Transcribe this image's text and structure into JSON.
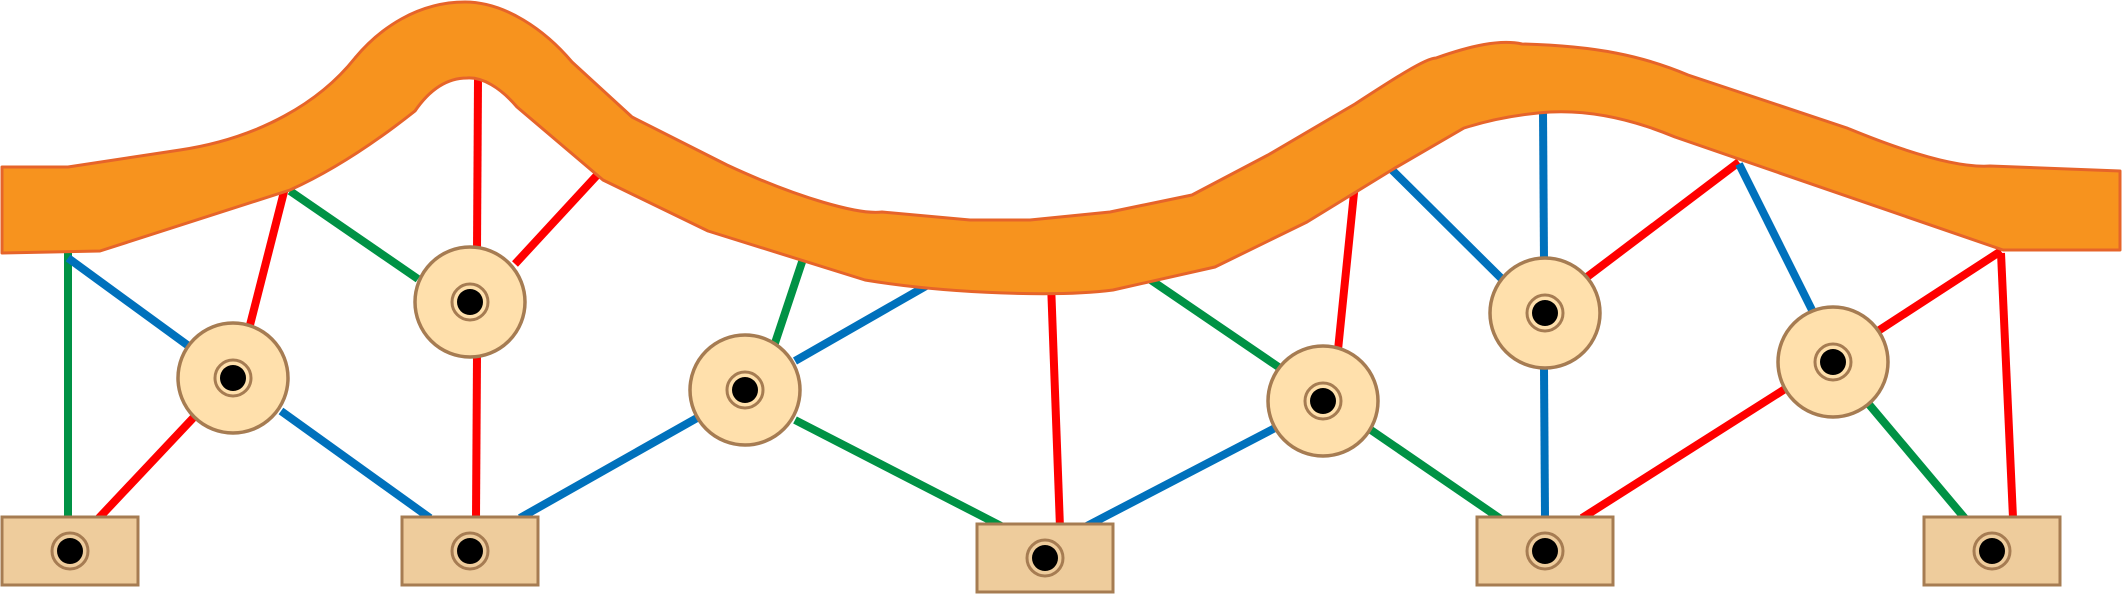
{
  "colors": {
    "background": "#ffffff",
    "road": "#f7931e",
    "road_outline": "#e6642a",
    "strut_red": "#ff0000",
    "strut_green": "#009245",
    "strut_blue": "#0071bc",
    "joint_fill": "#ffe0ac",
    "joint_outline": "#a67c52",
    "anchor_fill": "#eecc9c",
    "anchor_outline": "#a67c52",
    "pin": "#000000"
  },
  "diagram": {
    "road": {
      "icon": "road-deck-icon"
    },
    "anchors": [
      {
        "id": "a1",
        "icon": "anchor-block-icon"
      },
      {
        "id": "a2",
        "icon": "anchor-block-icon"
      },
      {
        "id": "a3",
        "icon": "anchor-block-icon"
      },
      {
        "id": "a4",
        "icon": "anchor-block-icon"
      },
      {
        "id": "a5",
        "icon": "anchor-block-icon"
      }
    ],
    "joints": [
      {
        "id": "j1",
        "icon": "joint-pin-icon"
      },
      {
        "id": "j2",
        "icon": "joint-pin-icon"
      },
      {
        "id": "j3",
        "icon": "joint-pin-icon"
      },
      {
        "id": "j4",
        "icon": "joint-pin-icon"
      },
      {
        "id": "j5",
        "icon": "joint-pin-icon"
      },
      {
        "id": "j6",
        "icon": "joint-pin-icon"
      }
    ],
    "struts": [
      {
        "from": "a1",
        "to": "road",
        "color": "strut_green"
      },
      {
        "from": "a1",
        "to": "j1",
        "color": "strut_red"
      },
      {
        "from": "road",
        "to": "j1",
        "color": "strut_blue"
      },
      {
        "from": "j1",
        "to": "road",
        "color": "strut_red"
      },
      {
        "from": "j1",
        "to": "a2",
        "color": "strut_blue"
      },
      {
        "from": "road",
        "to": "j2",
        "color": "strut_green"
      },
      {
        "from": "j2",
        "to": "road",
        "color": "strut_red"
      },
      {
        "from": "j2",
        "to": "road",
        "color": "strut_red"
      },
      {
        "from": "j2",
        "to": "a2",
        "color": "strut_red"
      },
      {
        "from": "a2",
        "to": "j3",
        "color": "strut_blue"
      },
      {
        "from": "j3",
        "to": "road",
        "color": "strut_green"
      },
      {
        "from": "j3",
        "to": "road",
        "color": "strut_blue"
      },
      {
        "from": "j3",
        "to": "a3",
        "color": "strut_green"
      },
      {
        "from": "road",
        "to": "a3",
        "color": "strut_red"
      },
      {
        "from": "a3",
        "to": "j4",
        "color": "strut_blue"
      },
      {
        "from": "road",
        "to": "j4",
        "color": "strut_green"
      },
      {
        "from": "j4",
        "to": "road",
        "color": "strut_red"
      },
      {
        "from": "j4",
        "to": "a4",
        "color": "strut_green"
      },
      {
        "from": "road",
        "to": "j5",
        "color": "strut_blue"
      },
      {
        "from": "j5",
        "to": "road",
        "color": "strut_blue"
      },
      {
        "from": "j5",
        "to": "road",
        "color": "strut_red"
      },
      {
        "from": "j5",
        "to": "a4",
        "color": "strut_blue"
      },
      {
        "from": "a4",
        "to": "j6",
        "color": "strut_red"
      },
      {
        "from": "road",
        "to": "j6",
        "color": "strut_blue"
      },
      {
        "from": "j6",
        "to": "road",
        "color": "strut_red"
      },
      {
        "from": "j6",
        "to": "a5",
        "color": "strut_green"
      },
      {
        "from": "road",
        "to": "a5",
        "color": "strut_red"
      }
    ]
  }
}
